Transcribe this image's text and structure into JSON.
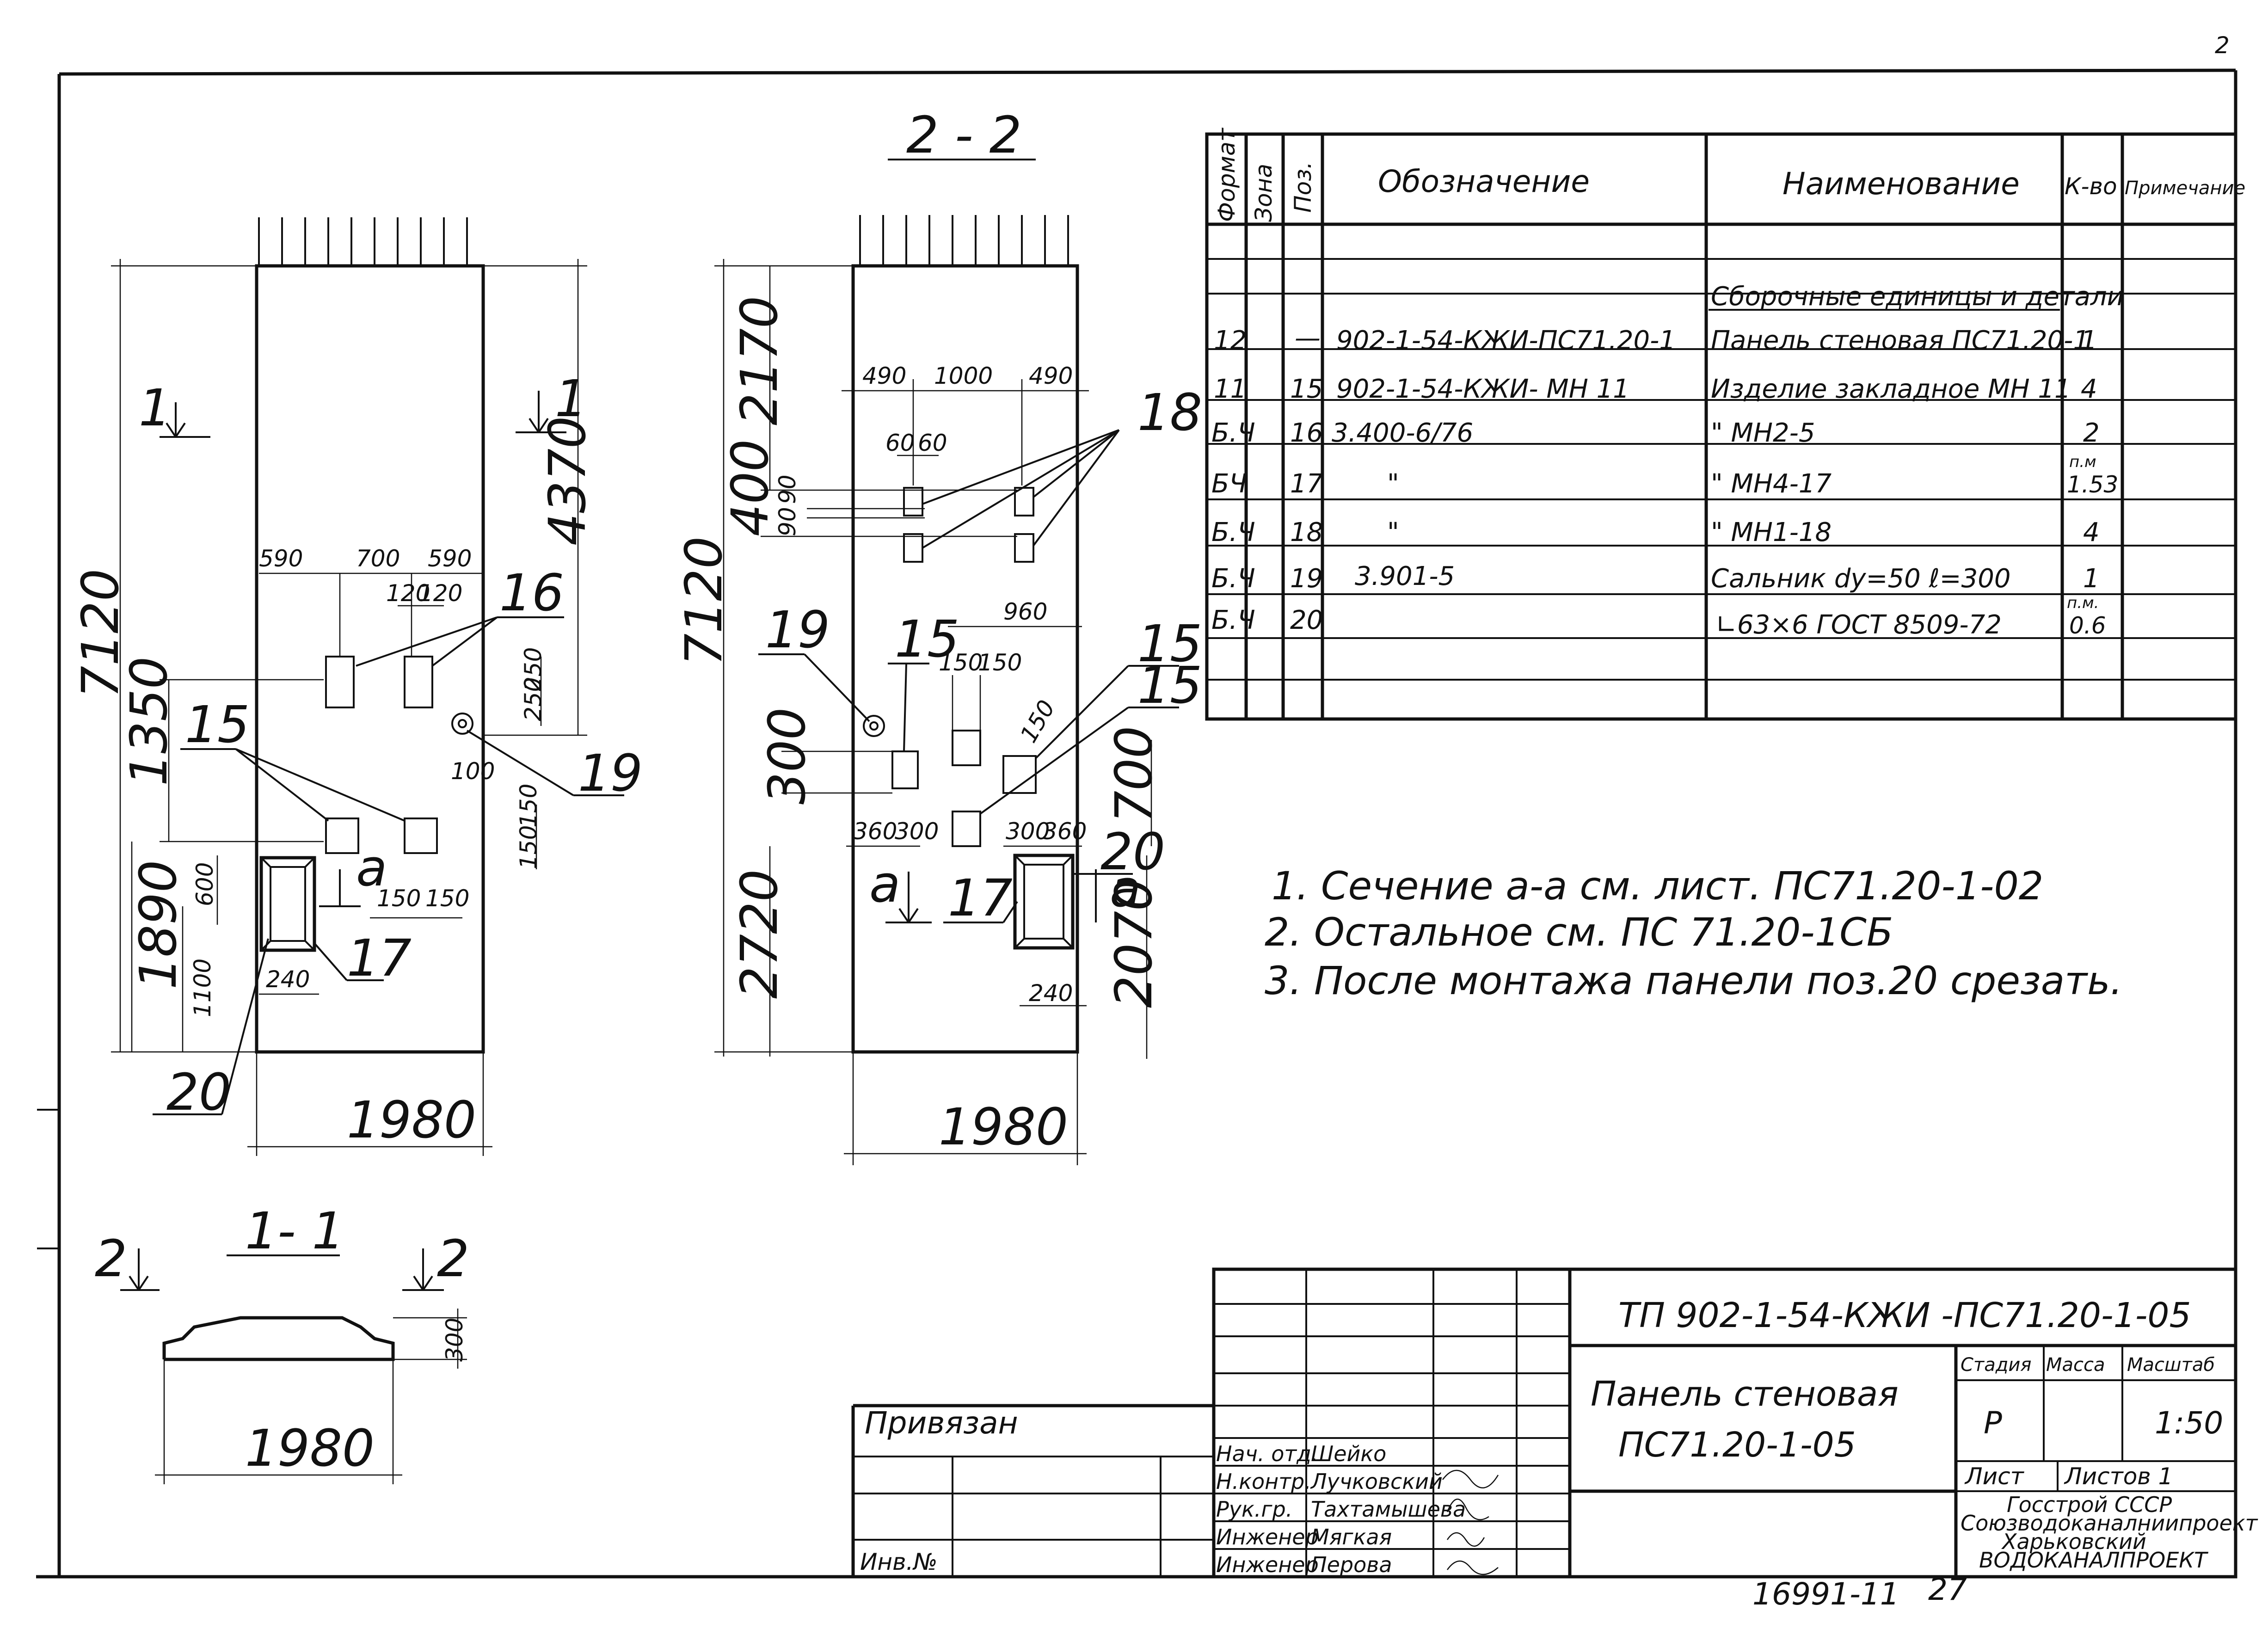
{
  "sheet": {
    "corner_mark": "2",
    "bottom_code": "16991-11",
    "page_number": "27"
  },
  "views": {
    "front": {
      "dim_total_height": "7120",
      "dim_top_right": "4370",
      "dim_1350": "1350",
      "dim_1890": "1890",
      "dim_1100": "1100",
      "dim_600": "600",
      "dim_590_left": "590",
      "dim_700": "700",
      "dim_590_right": "590",
      "dim_120a": "120",
      "dim_120b": "120",
      "dim_250a": "250",
      "dim_250b": "250",
      "dim_100": "100",
      "dim_150a": "150",
      "dim_150b": "150",
      "dim_150c": "150",
      "dim_150d": "150",
      "dim_240": "240",
      "dim_width": "1980",
      "pos_16": "16",
      "pos_15": "15",
      "pos_19": "19",
      "pos_17": "17",
      "pos_20": "20",
      "cut_mark_a": "a",
      "section_mark_1_left": "1",
      "section_mark_1_right": "1"
    },
    "section22": {
      "title": "2 - 2",
      "dim_total_height": "7120",
      "dim_2170": "2170",
      "dim_400": "400",
      "dim_90a": "90",
      "dim_90b": "90",
      "dim_490a": "490",
      "dim_1000": "1000",
      "dim_490b": "490",
      "dim_60a": "60",
      "dim_60b": "60",
      "dim_960": "960",
      "dim_150a": "150",
      "dim_150b": "150",
      "dim_150c": "150",
      "dim_300": "300",
      "dim_360a": "360",
      "dim_300b": "300",
      "dim_300c": "300",
      "dim_360b": "360",
      "dim_700": "700",
      "dim_2720": "2720",
      "dim_2070": "2070",
      "dim_240": "240",
      "dim_width": "1980",
      "pos_18": "18",
      "pos_19": "19",
      "pos_15a": "15",
      "pos_15b": "15",
      "pos_15c": "15",
      "pos_17": "17",
      "pos_20": "20",
      "cut_mark_a1": "a",
      "cut_mark_a2": "a"
    },
    "section11": {
      "title": "1- 1",
      "mark_left": "2",
      "mark_right": "2",
      "dim_300": "300",
      "dim_width": "1980"
    }
  },
  "spec_table": {
    "headers": [
      "Формат",
      "Зона",
      "Поз.",
      "Обозначение",
      "Наименование",
      "К-во",
      "Примечание"
    ],
    "group_title": "Сборочные единицы и детали",
    "rows": [
      {
        "format": "12",
        "zone": "",
        "pos": "—",
        "designation": "902-1-54-КЖИ-ПС71.20-1",
        "name": "Панель стеновая  ПС71.20-1",
        "qty": "1",
        "qty_unit": ""
      },
      {
        "format": "11",
        "zone": "",
        "pos": "15",
        "designation": "902-1-54-КЖИ- МН 11",
        "name": "Изделие закладное      МН 11",
        "qty": "4",
        "qty_unit": ""
      },
      {
        "format": "Б.Ч",
        "zone": "",
        "pos": "16",
        "designation": "3.400-6/76",
        "name": "\"                МН2-5",
        "qty": "2",
        "qty_unit": ""
      },
      {
        "format": "БЧ",
        "zone": "",
        "pos": "17",
        "designation": "\"",
        "name": "\"                МН4-17",
        "qty": "1.53",
        "qty_unit": "п.м"
      },
      {
        "format": "Б.Ч",
        "zone": "",
        "pos": "18",
        "designation": "\"",
        "name": "\"                МН1-18",
        "qty": "4",
        "qty_unit": ""
      },
      {
        "format": "Б.Ч",
        "zone": "",
        "pos": "19",
        "designation": "3.901-5",
        "name": "Сальник  dy=50   ℓ=300",
        "qty": "1",
        "qty_unit": ""
      },
      {
        "format": "Б.Ч",
        "zone": "",
        "pos": "20",
        "designation": "",
        "name": "∟63×6  ГОСТ 8509-72",
        "qty": "0.6",
        "qty_unit": "п.м."
      }
    ]
  },
  "notes": [
    "1. Сечение а-а см. лист. ПС71.20-1-02",
    "2. Остальное  см.  ПС 71.20-1СБ",
    "3. После монтажа панели поз.20 срезать."
  ],
  "title_block": {
    "doc_code": "ТП 902-1-54-КЖИ -ПС71.20-1-05",
    "title_line1": "Панель стеновая",
    "title_line2": "ПС71.20-1-05",
    "stage_label": "Стадия",
    "mass_label": "Масса",
    "scale_label": "Масштаб",
    "stage": "Р",
    "scale": "1:50",
    "sheet_label": "Лист",
    "sheets_label": "Листов 1",
    "org_line1": "Госстрой СССР",
    "org_line2": "Союзводоканалниипроект",
    "org_line3": "Харьковский",
    "org_line4": "ВОДОКАНАЛПРОЕКТ",
    "tied_label": "Привязан",
    "inv_label": "Инв.№",
    "staff": [
      {
        "role": "Нач. отд.",
        "name": "Шейко"
      },
      {
        "role": "Н.контр.",
        "name": "Лучковский"
      },
      {
        "role": "Рук.гр.",
        "name": "Тахтамышева"
      },
      {
        "role": "Инженер",
        "name": "Мягкая"
      },
      {
        "role": "Инженер",
        "name": "Перова"
      }
    ]
  }
}
